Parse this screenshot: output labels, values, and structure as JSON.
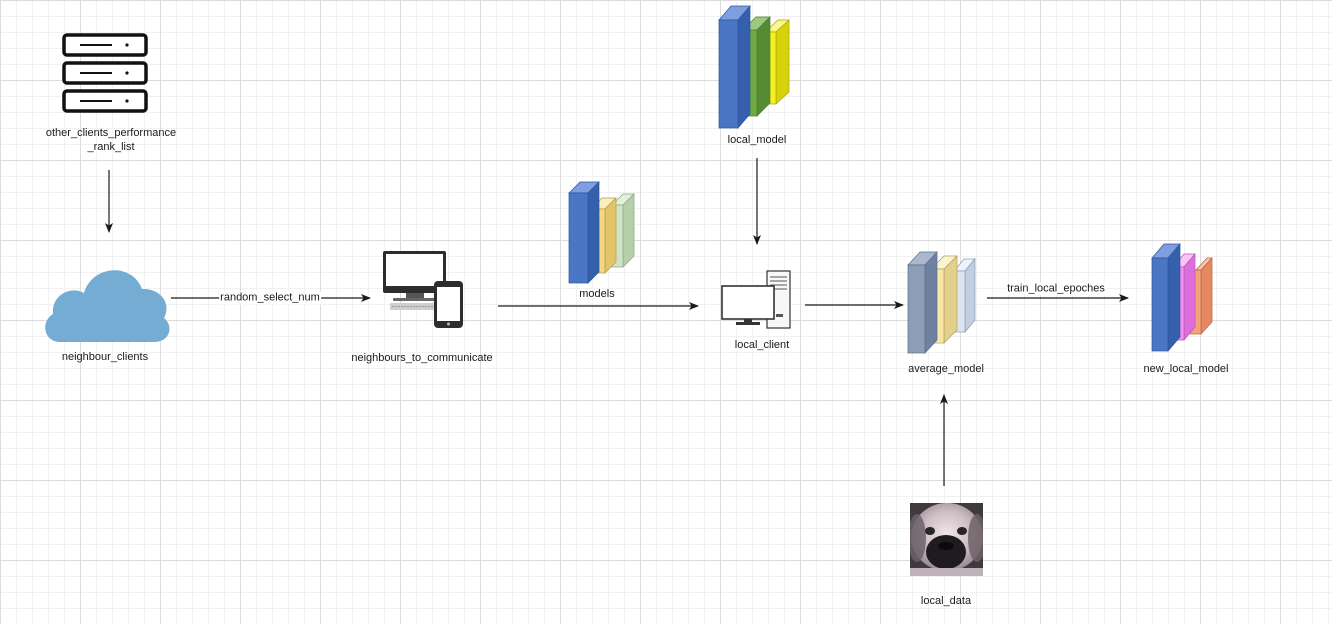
{
  "nodes": {
    "rank_list": {
      "label_line1": "other_clients_performance",
      "label_line2": "_rank_list",
      "icon": "server-rack-icon"
    },
    "neighbour_clients": {
      "label": "neighbour_clients",
      "icon": "cloud-icon",
      "color": "#75acd3"
    },
    "neighbours_to_communicate": {
      "label": "neighbours_to_communicate",
      "icon": "monitor-phone-icon"
    },
    "models": {
      "label": "models",
      "icon": "layers-icon",
      "colors": [
        "#4a76c4",
        "#f5d77f",
        "#cfe4c4"
      ]
    },
    "local_model": {
      "label": "local_model",
      "icon": "layers-icon",
      "colors": [
        "#4a76c4",
        "#6fa845",
        "#f5f01f"
      ]
    },
    "local_client": {
      "label": "local_client",
      "icon": "desktop-computer-icon"
    },
    "average_model": {
      "label": "average_model",
      "icon": "layers-icon",
      "colors": [
        "#8c9db8",
        "#f6e6a8",
        "#dce6f2"
      ]
    },
    "new_local_model": {
      "label": "new_local_model",
      "icon": "layers-icon",
      "colors": [
        "#4a76c4",
        "#f590f2",
        "#f5a17a"
      ]
    },
    "local_data": {
      "label": "local_data",
      "icon": "dog-photo-icon"
    }
  },
  "edges": {
    "random_select_num": "random_select_num",
    "train_local_epoches": "train_local_epoches"
  }
}
